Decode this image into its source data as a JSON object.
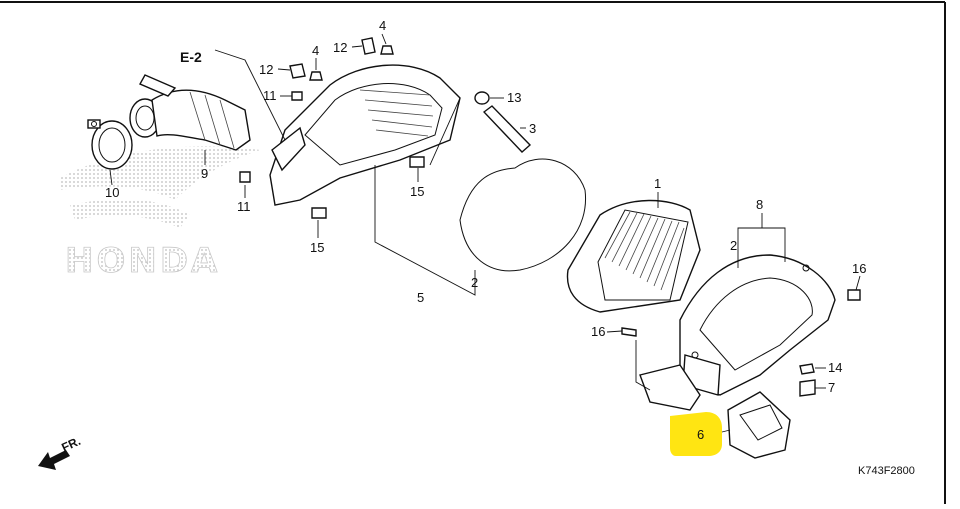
{
  "diagram": {
    "reference": "E-2",
    "front_marker": "FR.",
    "catalog_code": "K743F2800",
    "brand_watermark": "HONDA",
    "highlight_color": "#FFE512",
    "highlighted_part": "6",
    "callouts": {
      "c1": "1",
      "c2a": "2",
      "c2b": "2",
      "c3": "3",
      "c4a": "4",
      "c4b": "4",
      "c5": "5",
      "c6": "6",
      "c7": "7",
      "c8": "8",
      "c9": "9",
      "c10": "10",
      "c11a": "11",
      "c11b": "11",
      "c12a": "12",
      "c12b": "12",
      "c13": "13",
      "c14": "14",
      "c15a": "15",
      "c15b": "15",
      "c16a": "16",
      "c16b": "16"
    }
  }
}
